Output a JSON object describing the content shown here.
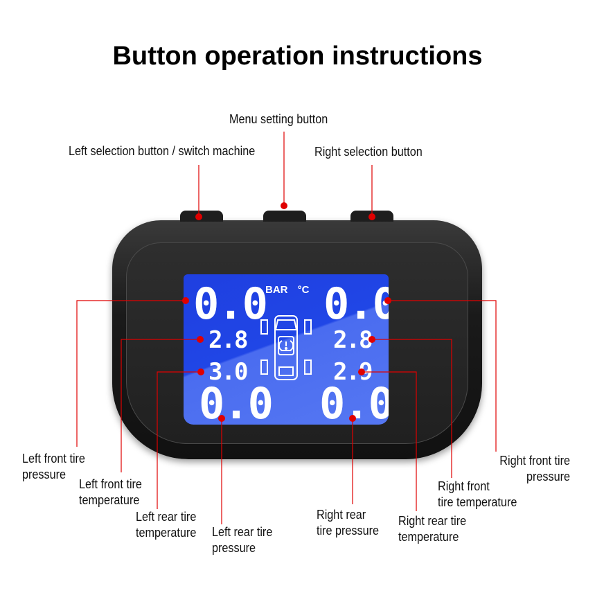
{
  "title": "Button operation instructions",
  "accent_color": "#e00000",
  "screen_color": "#2046e6",
  "buttons": {
    "menu": "Menu setting button",
    "left": "Left selection button / switch machine",
    "right": "Right selection button"
  },
  "display": {
    "units": "BAR  °C",
    "left_front_pressure": "0.0",
    "right_front_pressure": "0.0",
    "left_front_temperature": "2.8",
    "right_front_temperature": "2.8",
    "left_rear_temperature": "3.0",
    "right_rear_temperature": "2.9",
    "left_rear_pressure": "0.0",
    "right_rear_pressure": "0.0",
    "center_icon": "car-tpms-icon"
  },
  "labels": {
    "lf_pressure": [
      "Left front tire",
      "pressure"
    ],
    "lf_temp": [
      "Left front tire",
      "temperature"
    ],
    "lr_temp": [
      "Left rear tire",
      "temperature"
    ],
    "lr_pressure": [
      "Left rear tire",
      "pressure"
    ],
    "rr_pressure": [
      "Right rear",
      "tire pressure"
    ],
    "rr_temp": [
      "Right rear tire",
      "temperature"
    ],
    "rf_temp": [
      "Right front",
      "tire temperature"
    ],
    "rf_pressure": [
      "Right front tire",
      "pressure"
    ]
  }
}
